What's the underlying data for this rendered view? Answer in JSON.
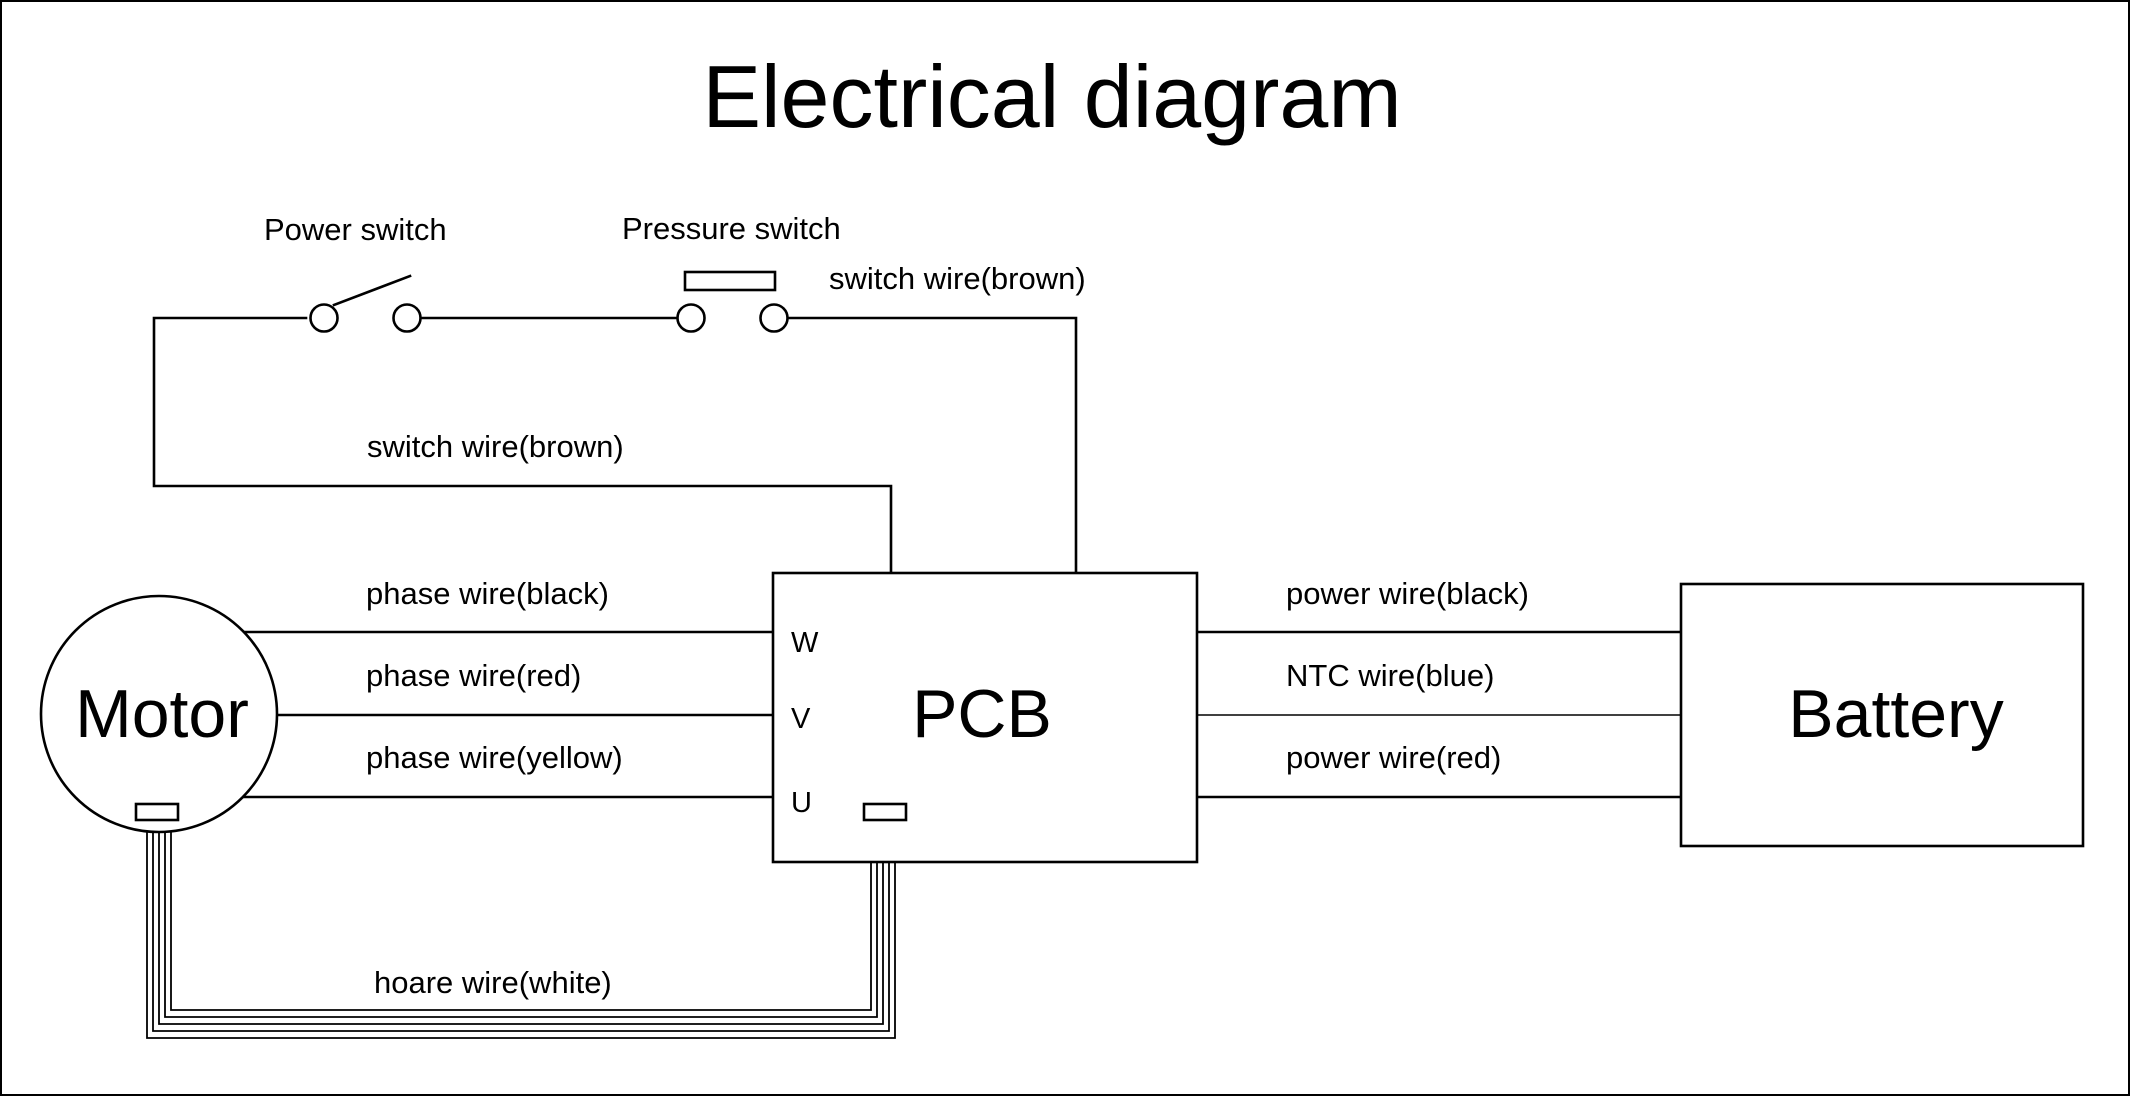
{
  "title": "Electrical diagram",
  "components": {
    "motor": "Motor",
    "pcb": "PCB",
    "battery": "Battery",
    "power_switch": "Power switch",
    "pressure_switch": "Pressure switch"
  },
  "pcb_pins": [
    "W",
    "V",
    "U"
  ],
  "wires": {
    "switch_top": "switch wire(brown)",
    "switch_left": "switch wire(brown)",
    "phase_black": "phase wire(black)",
    "phase_red": "phase wire(red)",
    "phase_yellow": "phase wire(yellow)",
    "power_black": "power wire(black)",
    "ntc_blue": "NTC wire(blue)",
    "power_red": "power wire(red)",
    "hall_white": "hoare wire(white)"
  }
}
